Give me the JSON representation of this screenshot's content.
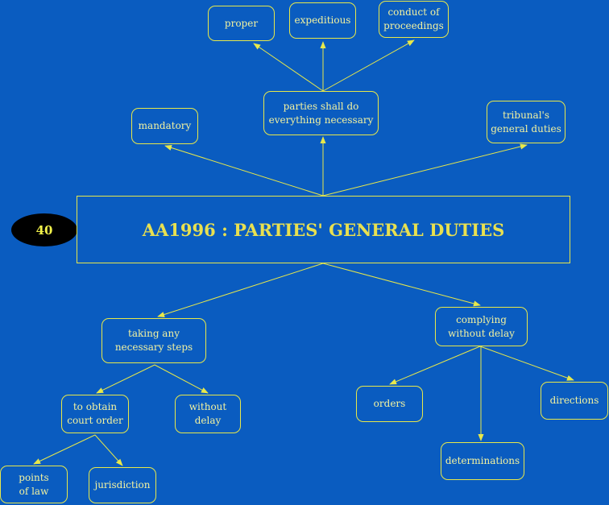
{
  "badge": "40",
  "title": "AA1996 : PARTIES' GENERAL DUTIES",
  "nodes": {
    "proper": "proper",
    "expeditious": "expeditious",
    "conduct": "conduct of\nproceedings",
    "mandatory": "mandatory",
    "parties_shall": "parties shall do\neverything necessary",
    "tribunal": "tribunal's\ngeneral duties",
    "taking_steps": "taking any\nnecessary steps",
    "complying": "complying\nwithout delay",
    "obtain_order": "to obtain\ncourt order",
    "without_delay": "without\ndelay",
    "orders": "orders",
    "directions": "directions",
    "determinations": "determinations",
    "points_of_law": "points\nof law",
    "jurisdiction": "jurisdiction"
  },
  "colors": {
    "background": "#0a5cc0",
    "line": "#e8e84a",
    "text": "#f2f2a0",
    "title": "#e8e050",
    "badge_bg": "#000000",
    "badge_text": "#f2f24a"
  }
}
